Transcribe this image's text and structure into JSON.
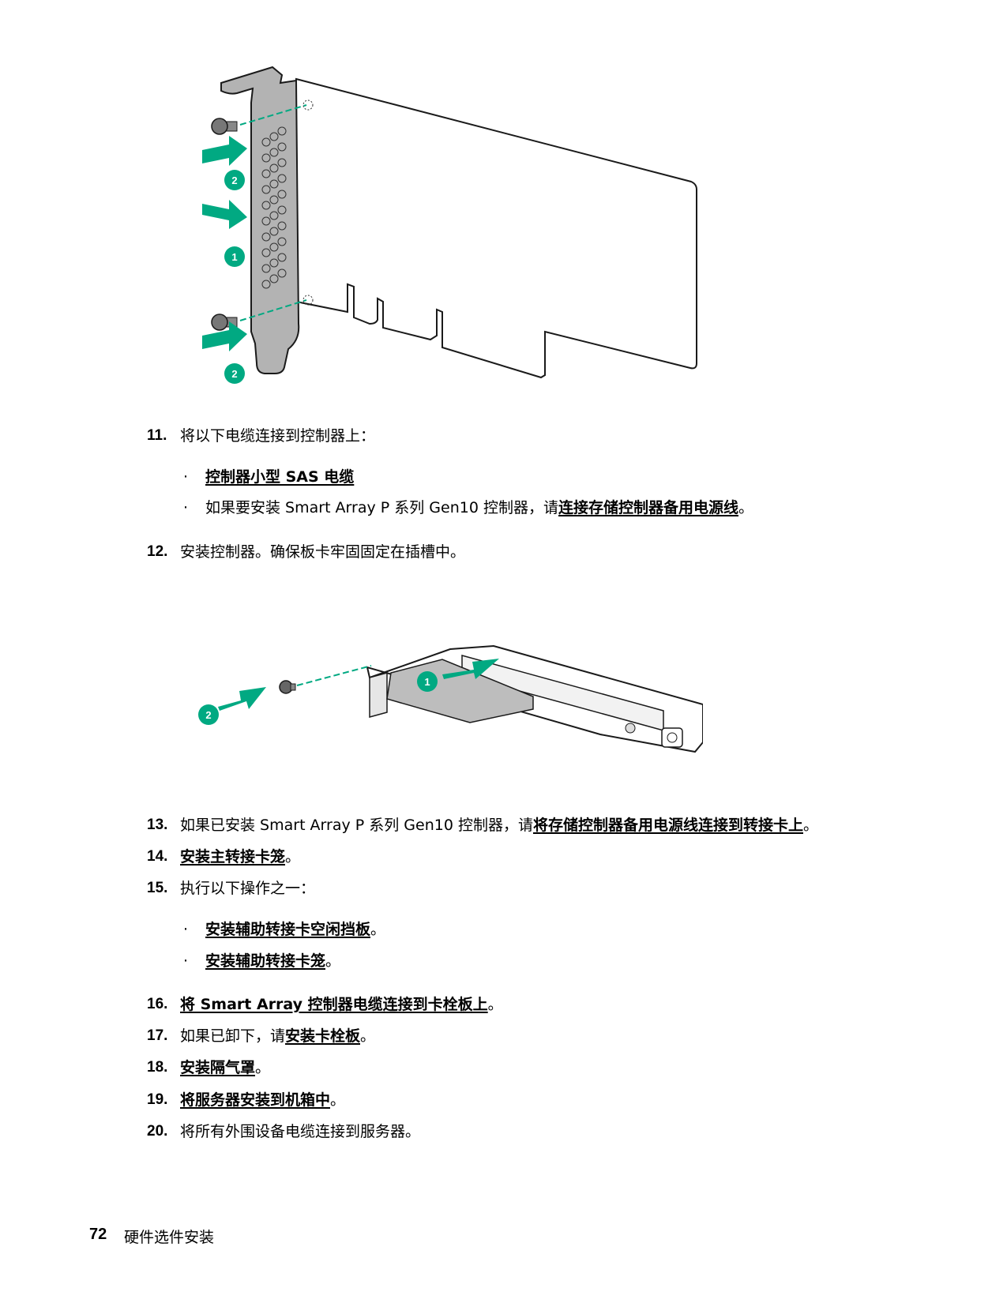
{
  "colors": {
    "accent_green": "#01A982",
    "bracket_grey": "#B3B3B3",
    "outline": "#1a1a1a"
  },
  "figure1": {
    "description": "PCIe controller card with full-height bracket; screws being inserted",
    "callouts": [
      {
        "label": "2",
        "position": "upper-arrow"
      },
      {
        "label": "1",
        "position": "middle-arrow"
      },
      {
        "label": "2",
        "position": "lower-arrow"
      }
    ]
  },
  "steps": {
    "s11": {
      "num": "11.",
      "text": "将以下电缆连接到控制器上：",
      "bullets": [
        {
          "link": "控制器小型 SAS 电缆"
        },
        {
          "pre": "如果要安装 Smart Array P 系列 Gen10 控制器，请",
          "link": "连接存储控制器备用电源线",
          "post": "。"
        }
      ]
    },
    "s12": {
      "num": "12.",
      "text": "安装控制器。确保板卡牢固固定在插槽中。"
    }
  },
  "figure2": {
    "description": "Controller being installed into riser cage; screw securing bracket",
    "callouts": [
      {
        "label": "1",
        "position": "card-arrow"
      },
      {
        "label": "2",
        "position": "screw-arrow"
      }
    ]
  },
  "steps2": {
    "s13": {
      "num": "13.",
      "pre": "如果已安装 Smart Array P 系列 Gen10 控制器，请",
      "link": "将存储控制器备用电源线连接到转接卡上",
      "post": "。"
    },
    "s14": {
      "num": "14.",
      "link": "安装主转接卡笼",
      "post": "。"
    },
    "s15": {
      "num": "15.",
      "text": "执行以下操作之一：",
      "bullets": [
        {
          "link": "安装辅助转接卡空闲挡板",
          "post": "。"
        },
        {
          "link": "安装辅助转接卡笼",
          "post": "。"
        }
      ]
    },
    "s16": {
      "num": "16.",
      "link": "将 Smart Array 控制器电缆连接到卡栓板上",
      "post": "。"
    },
    "s17": {
      "num": "17.",
      "pre": "如果已卸下，请",
      "link": "安装卡栓板",
      "post": "。"
    },
    "s18": {
      "num": "18.",
      "link": "安装隔气罩",
      "post": "。"
    },
    "s19": {
      "num": "19.",
      "link": "将服务器安装到机箱中",
      "post": "。"
    },
    "s20": {
      "num": "20.",
      "text": "将所有外围设备电缆连接到服务器。"
    }
  },
  "bullet_symbol": "·",
  "footer": {
    "page_number": "72",
    "section_title": "硬件选件安装"
  }
}
